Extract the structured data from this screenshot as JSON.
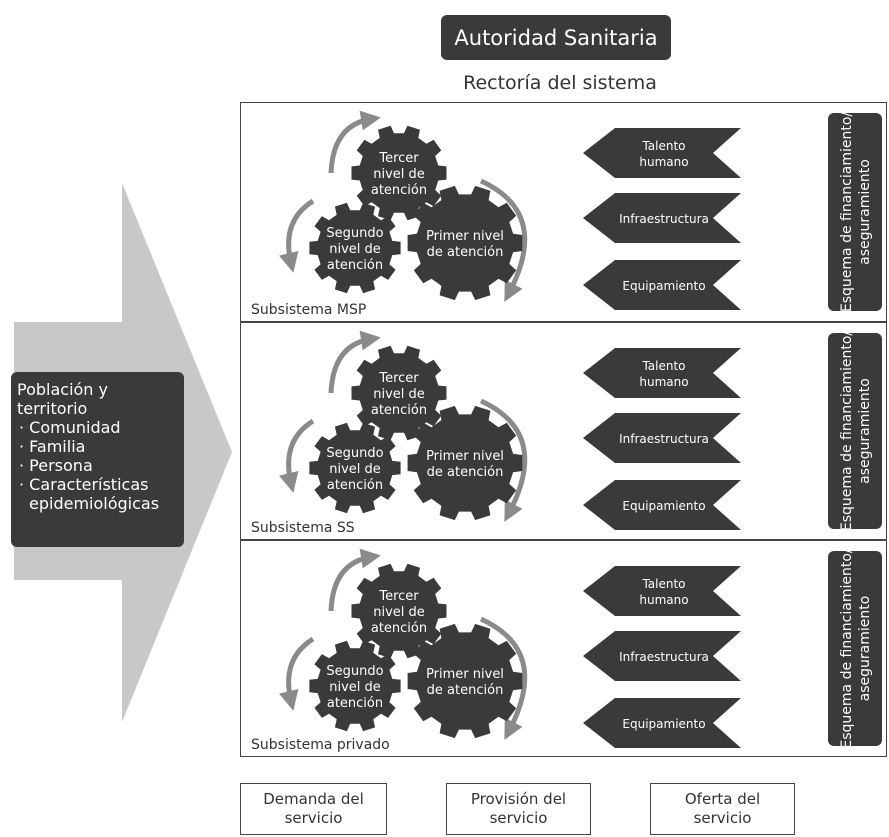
{
  "header": {
    "authority": "Autoridad Sanitaria",
    "stewardship": "Rectoría del sistema"
  },
  "population": {
    "title_line1": "Población y",
    "title_line2": "territorio",
    "items": [
      "· Comunidad",
      "· Familia",
      "· Persona",
      "· Características",
      "epidemiológicas"
    ]
  },
  "subsystems": [
    {
      "label": "Subsistema MSP",
      "levels": {
        "third": [
          "Tercer",
          "nivel de",
          "atención"
        ],
        "second": [
          "Segundo",
          "nivel de",
          "atención"
        ],
        "first": [
          "Primer nivel",
          "de atención"
        ]
      },
      "resources": [
        [
          "Talento",
          "humano"
        ],
        [
          "Infraestructura"
        ],
        [
          "Equipamiento"
        ]
      ],
      "financing": [
        "Esquema de financiamiento/",
        "aseguramiento"
      ]
    },
    {
      "label": "Subsistema SS",
      "levels": {
        "third": [
          "Tercer",
          "nivel de",
          "atención"
        ],
        "second": [
          "Segundo",
          "nivel de",
          "atención"
        ],
        "first": [
          "Primer nivel",
          "de atención"
        ]
      },
      "resources": [
        [
          "Talento",
          "humano"
        ],
        [
          "Infraestructura"
        ],
        [
          "Equipamiento"
        ]
      ],
      "financing": [
        "Esquema de financiamiento/",
        "aseguramiento"
      ]
    },
    {
      "label": "Subsistema privado",
      "levels": {
        "third": [
          "Tercer",
          "nivel de",
          "atención"
        ],
        "second": [
          "Segundo",
          "nivel de",
          "atención"
        ],
        "first": [
          "Primer nivel",
          "de atención"
        ]
      },
      "resources": [
        [
          "Talento",
          "humano"
        ],
        [
          "Infraestructura"
        ],
        [
          "Equipamiento"
        ]
      ],
      "financing": [
        "Esquema de financiamiento/",
        "aseguramiento"
      ]
    }
  ],
  "footer": {
    "demand": [
      "Demanda del",
      "servicio"
    ],
    "provision": [
      "Provisión del",
      "servicio"
    ],
    "offer": [
      "Oferta del",
      "servicio"
    ]
  },
  "colors": {
    "dark": "#3a3a3a",
    "arrow": "#c8c8c8",
    "curve": "#8a8a8a"
  }
}
